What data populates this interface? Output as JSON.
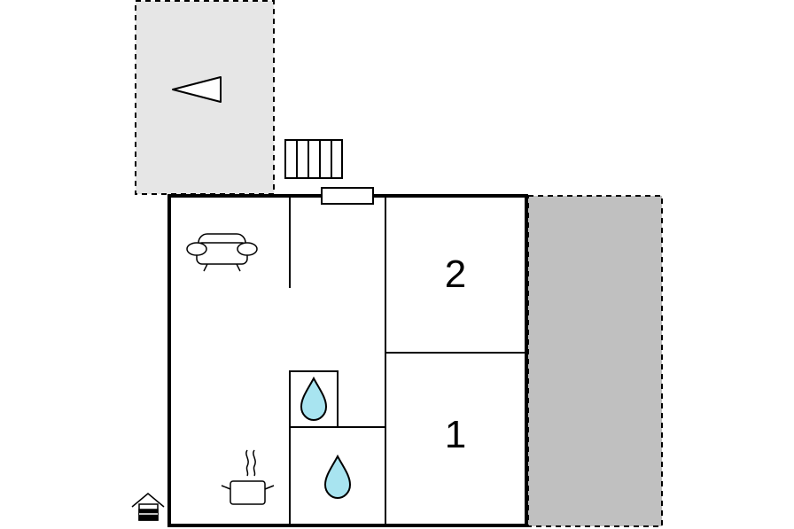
{
  "floorplan": {
    "rooms": [
      {
        "id": "bedroom-2",
        "label": "2"
      },
      {
        "id": "bedroom-1",
        "label": "1"
      }
    ],
    "icons": [
      "compass-arrow-icon",
      "stairs-icon",
      "entrance-door-icon",
      "sofa-icon",
      "bathroom-water-icon",
      "shower-water-icon",
      "cooking-pot-icon",
      "house-icon"
    ],
    "colors": {
      "wall": "#000000",
      "terrace": "#e6e6e6",
      "parking": "#c0c0c0",
      "water": "#a8e4f0",
      "background": "#ffffff"
    }
  }
}
